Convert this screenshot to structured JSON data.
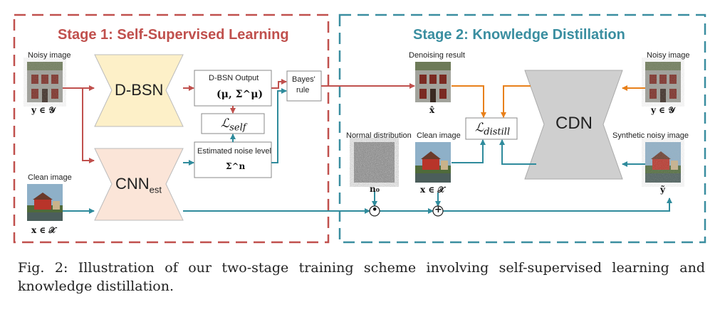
{
  "colors": {
    "stage1": "#c0504d",
    "stage2": "#3a8ea0",
    "red_arrow": "#c0504d",
    "teal_arrow": "#2f8b9c",
    "orange_arrow": "#e8801a",
    "dbsn_fill": "#fdf0c8",
    "cnn_fill": "#fbe5d8",
    "cdn_fill": "#cfcfcf"
  },
  "stage1": {
    "title": "Stage 1: Self-Supervised Learning",
    "noisy_image_label": "Noisy image",
    "noisy_image_symbol": "y ∈ 𝒴",
    "clean_image_label": "Clean image",
    "clean_image_symbol": "x ∈ 𝒳",
    "dbsn_label": "D-BSN",
    "cnn_label": "CNN",
    "cnn_sub": "est",
    "dbsn_output_label": "D-BSN Output",
    "dbsn_output_symbol": "(μ, Σ^μ)",
    "loss_self_label": "ℒ",
    "loss_self_sub": "self",
    "noise_level_label": "Estimated noise level",
    "noise_level_symbol": "Σ^n",
    "bayes_line1": "Bayes'",
    "bayes_line2": "rule"
  },
  "stage2": {
    "title": "Stage 2: Knowledge Distillation",
    "denoising_result_label": "Denoising result",
    "denoising_result_symbol": "x̂",
    "normal_dist_label": "Normal distribution",
    "normal_dist_symbol": "n₀",
    "clean_image_label": "Clean image",
    "clean_image_symbol": "x ∈ 𝒳",
    "loss_distill_label": "ℒ",
    "loss_distill_sub": "distill",
    "cdn_label": "CDN",
    "noisy_image_label": "Noisy image",
    "noisy_image_symbol": "y ∈ 𝒴",
    "synthetic_label": "Synthetic noisy image",
    "synthetic_symbol": "ỹ",
    "mult_op": "•",
    "add_op": "+"
  },
  "caption": "Fig. 2: Illustration of our two-stage training scheme involving self-supervised learning and knowledge distillation."
}
